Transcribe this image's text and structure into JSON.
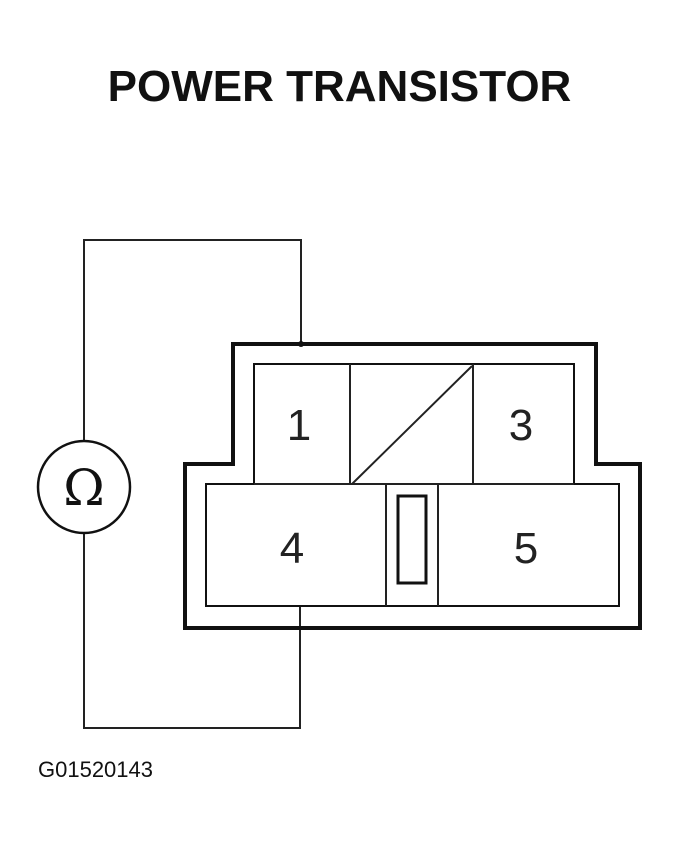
{
  "title": "POWER TRANSISTOR",
  "meter": {
    "symbol": "Ω"
  },
  "connector": {
    "pins": [
      {
        "number": "1"
      },
      {
        "number": "3"
      },
      {
        "number": "4"
      },
      {
        "number": "5"
      }
    ]
  },
  "figure_id": "G01520143"
}
